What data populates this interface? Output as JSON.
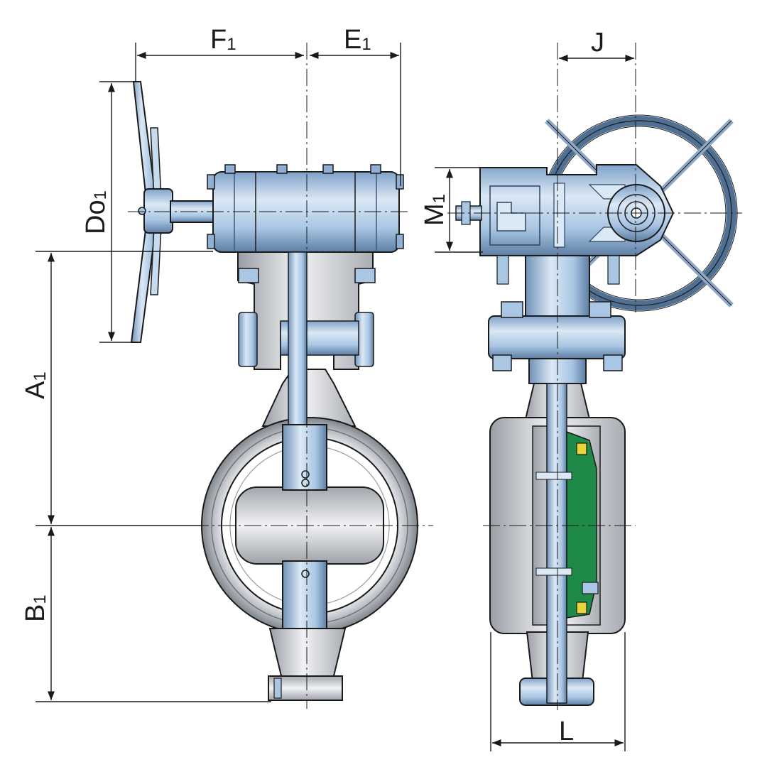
{
  "labels": {
    "F": "F",
    "F_sub": "1",
    "E": "E",
    "E_sub": "1",
    "J": "J",
    "Do": "Do",
    "Do_sub": "1",
    "M": "M",
    "M_sub": "1",
    "A": "A",
    "A_sub": "1",
    "B": "B",
    "B_sub": "1",
    "L": "L"
  },
  "colors": {
    "steel_blue": "#a9c6e4",
    "steel_blue_dark": "#4f6f93",
    "steel_light": "#dbe8f5",
    "body_gray": "#c9ccd1",
    "body_gray_dark": "#8e9298",
    "seal_green": "#1f8a47",
    "seal_yellow": "#e8d43b",
    "line": "#1a1a1a"
  }
}
